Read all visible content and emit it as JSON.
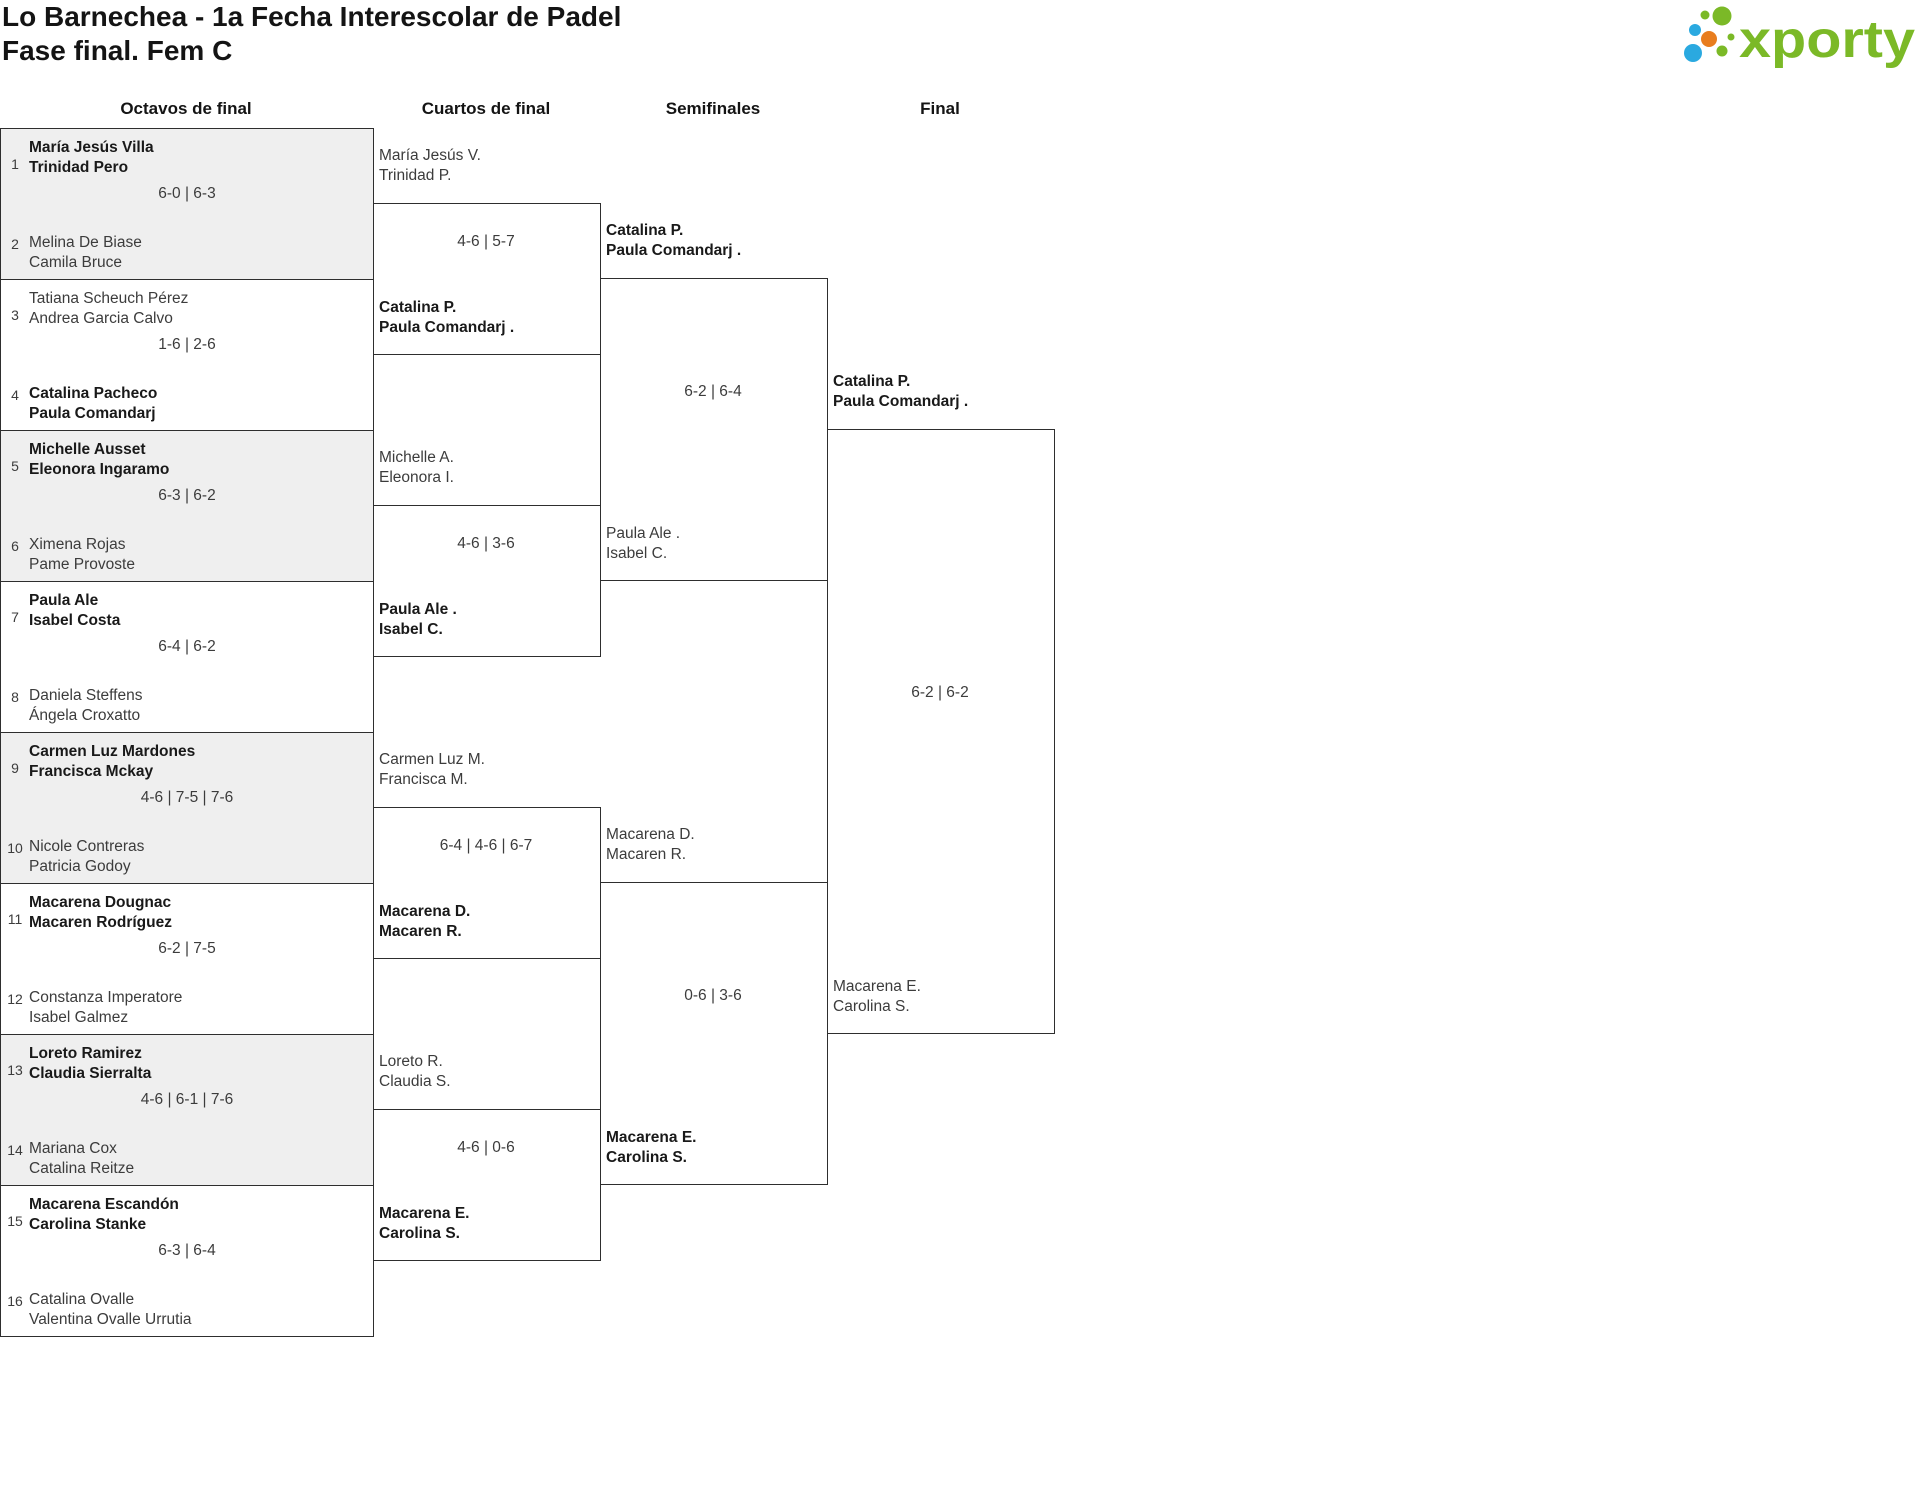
{
  "header": {
    "title1": "Lo Barnechea - 1a Fecha Interescolar de Padel",
    "title2": "Fase final. Fem C",
    "logo_text": "xporty",
    "logo_colors": {
      "green": "#7bb927",
      "blue": "#2aa9e0",
      "orange": "#e87d1e"
    }
  },
  "columns": [
    "Octavos de final",
    "Cuartos de final",
    "Semifinales",
    "Final"
  ],
  "r16": [
    {
      "n1": "1",
      "t1a": "María Jesús Villa",
      "t1b": "Trinidad Pero",
      "score": "6-0 | 6-3",
      "n2": "2",
      "t2a": "Melina De Biase",
      "t2b": "Camila Bruce"
    },
    {
      "n1": "3",
      "t1a": "Tatiana Scheuch Pérez",
      "t1b": "Andrea Garcia Calvo",
      "score": "1-6 | 2-6",
      "n2": "4",
      "t2a": "Catalina Pacheco",
      "t2b": "Paula Comandarj"
    },
    {
      "n1": "5",
      "t1a": "Michelle Ausset",
      "t1b": "Eleonora Ingaramo",
      "score": "6-3 | 6-2",
      "n2": "6",
      "t2a": "Ximena Rojas",
      "t2b": "Pame Provoste"
    },
    {
      "n1": "7",
      "t1a": "Paula Ale",
      "t1b": "Isabel Costa",
      "score": "6-4 | 6-2",
      "n2": "8",
      "t2a": "Daniela Steffens",
      "t2b": "Ángela Croxatto"
    },
    {
      "n1": "9",
      "t1a": "Carmen Luz Mardones",
      "t1b": "Francisca Mckay",
      "score": "4-6 | 7-5 | 7-6",
      "n2": "10",
      "t2a": "Nicole Contreras",
      "t2b": "Patricia Godoy"
    },
    {
      "n1": "11",
      "t1a": "Macarena Dougnac",
      "t1b": "Macaren Rodríguez",
      "score": "6-2 | 7-5",
      "n2": "12",
      "t2a": "Constanza Imperatore",
      "t2b": "Isabel Galmez"
    },
    {
      "n1": "13",
      "t1a": "Loreto Ramirez",
      "t1b": "Claudia Sierralta",
      "score": "4-6 | 6-1 | 7-6",
      "n2": "14",
      "t2a": "Mariana Cox",
      "t2b": "Catalina Reitze"
    },
    {
      "n1": "15",
      "t1a": "Macarena Escandón",
      "t1b": "Carolina Stanke",
      "score": "6-3 | 6-4",
      "n2": "16",
      "t2a": "Catalina Ovalle",
      "t2b": "Valentina Ovalle Urrutia"
    }
  ],
  "qf": [
    {
      "ta": "María Jesús V.",
      "tb": "Trinidad P.",
      "score": "4-6 | 5-7",
      "ba": "Catalina P.",
      "bb": "Paula Comandarj ."
    },
    {
      "ta": "Michelle A.",
      "tb": "Eleonora I.",
      "score": "4-6 | 3-6",
      "ba": "Paula Ale .",
      "bb": "Isabel C."
    },
    {
      "ta": "Carmen Luz M.",
      "tb": "Francisca M.",
      "score": "6-4 | 4-6 | 6-7",
      "ba": "Macarena D.",
      "bb": "Macaren R."
    },
    {
      "ta": "Loreto R.",
      "tb": "Claudia S.",
      "score": "4-6 | 0-6",
      "ba": "Macarena E.",
      "bb": "Carolina S."
    }
  ],
  "sf": [
    {
      "ta": "Catalina P.",
      "tb": "Paula Comandarj .",
      "score": "6-2 | 6-4",
      "ba": "Paula Ale .",
      "bb": "Isabel C."
    },
    {
      "ta": "Macarena D.",
      "tb": "Macaren R.",
      "score": "0-6 | 3-6",
      "ba": "Macarena E.",
      "bb": "Carolina S."
    }
  ],
  "fin": {
    "ta": "Catalina P.",
    "tb": "Paula Comandarj .",
    "score": "6-2 | 6-2",
    "ba": "Macarena E.",
    "bb": "Carolina S."
  }
}
